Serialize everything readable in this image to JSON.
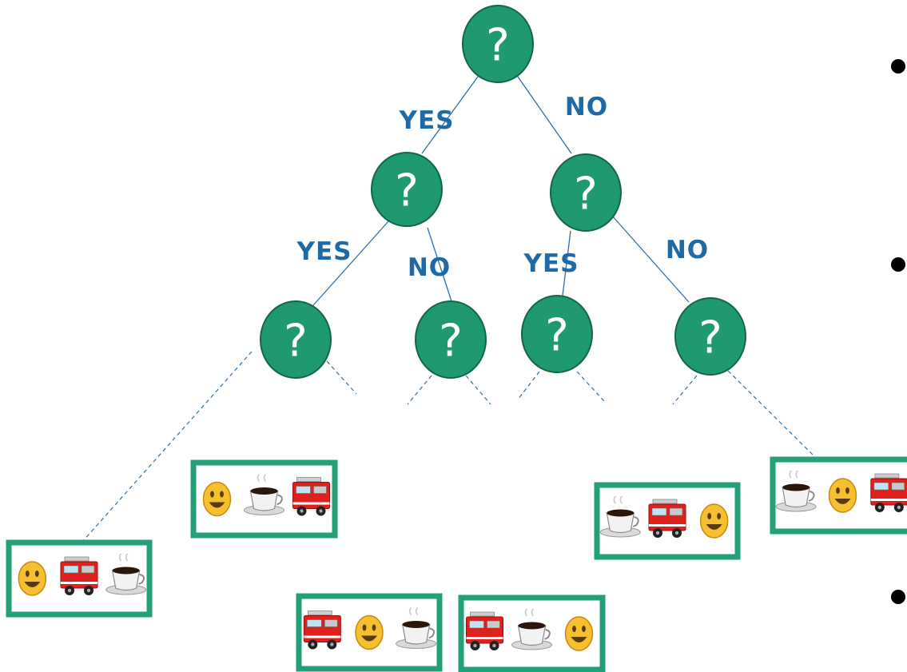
{
  "colors": {
    "node_fill": "#1f9a70",
    "node_stroke": "#13654a",
    "edge": "#2e6fa6",
    "edge_label": "#1d6aa6",
    "box_border": "#23a07a"
  },
  "nodes": [
    {
      "id": "root",
      "label": "?"
    },
    {
      "id": "l",
      "label": "?"
    },
    {
      "id": "r",
      "label": "?"
    },
    {
      "id": "ll",
      "label": "?"
    },
    {
      "id": "lr",
      "label": "?"
    },
    {
      "id": "rl",
      "label": "?"
    },
    {
      "id": "rr",
      "label": "?"
    }
  ],
  "edge_labels": {
    "root_yes": "YES",
    "root_no": "NO",
    "left_yes": "YES",
    "left_no": "NO",
    "right_yes": "YES",
    "right_no": "NO"
  },
  "leaf_boxes": [
    {
      "items": [
        "smiley-icon",
        "fire-truck-icon",
        "coffee-icon"
      ]
    },
    {
      "items": [
        "smiley-icon",
        "coffee-icon",
        "fire-truck-icon"
      ]
    },
    {
      "items": [
        "fire-truck-icon",
        "smiley-icon",
        "coffee-icon"
      ]
    },
    {
      "items": [
        "fire-truck-icon",
        "coffee-icon",
        "smiley-icon"
      ]
    },
    {
      "items": [
        "coffee-icon",
        "fire-truck-icon",
        "smiley-icon"
      ]
    },
    {
      "items": [
        "coffee-icon",
        "smiley-icon",
        "fire-truck-icon"
      ]
    }
  ]
}
